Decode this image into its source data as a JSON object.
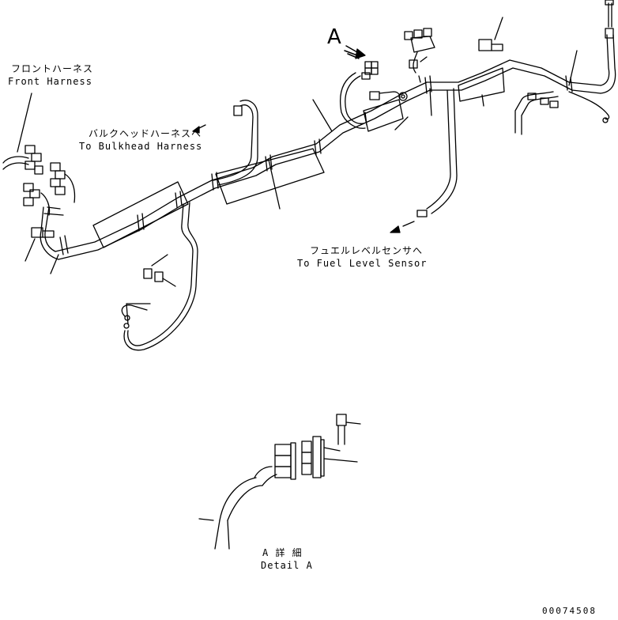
{
  "labels": {
    "front_harness_jp": "フロントハーネス",
    "front_harness_en": "Front Harness",
    "bulkhead_jp": "バルクヘッドハーネスへ",
    "bulkhead_en": "To Bulkhead Harness",
    "fuel_jp": "フュエルレベルセンサへ",
    "fuel_en": "To Fuel Level Sensor",
    "view_marker": "A",
    "detail_jp": "A 詳 細",
    "detail_en": "Detail A"
  },
  "document_number": "00074508"
}
